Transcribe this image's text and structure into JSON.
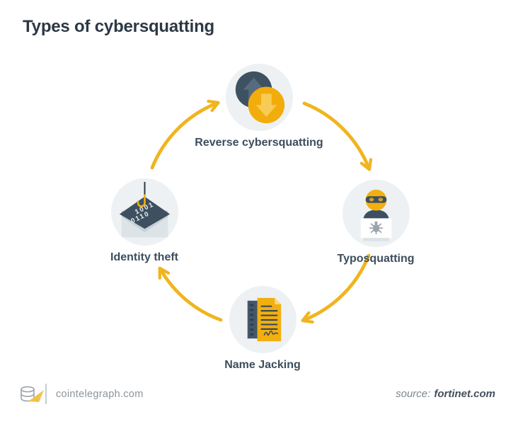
{
  "title": "Types of cybersquatting",
  "diagram": {
    "flow_direction": "clockwise",
    "arrow_color": "#F0B41F",
    "nodes": [
      {
        "label": "Reverse cybersquatting",
        "icon": "reverse-arrows-icon",
        "position": "top"
      },
      {
        "label": "Typosquatting",
        "icon": "masked-hacker-laptop-icon",
        "position": "right"
      },
      {
        "label": "Name Jacking",
        "icon": "signed-document-icon",
        "position": "bottom"
      },
      {
        "label": "Identity theft",
        "icon": "phishing-hook-envelope-icon",
        "position": "left",
        "icon_text": [
          "1001",
          "0110"
        ]
      }
    ]
  },
  "footer": {
    "brand": "cointelegraph.com",
    "source_label": "source:",
    "source_value": "fortinet.com"
  },
  "colors": {
    "background": "#FFFFFF",
    "title_text": "#2D3845",
    "node_label_text": "#3D4D5C",
    "node_circle_bg": "#EDF1F3",
    "accent_yellow": "#F2B010",
    "dark_slate": "#3E5060",
    "arrow_yellow": "#F0B41F",
    "footer_text": "#8B949B"
  }
}
